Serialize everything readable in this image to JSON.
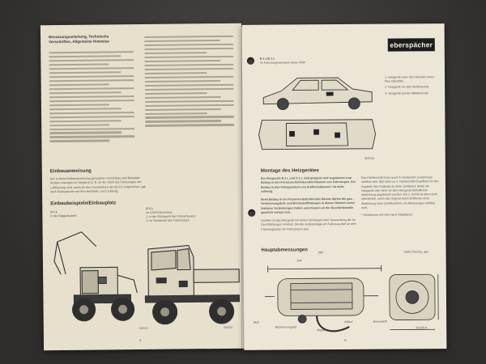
{
  "left_page": {
    "intro_heading": "Benutzungsanleitung, Technische Vorschriften, Allgemeine Hinweise",
    "install_heading": "Einbauanweisung",
    "install_text": "Der in dieser Einbauanweisung gemachten Vorschläge sind Beispiele. Andere Lösungen im Vergleich (z. B. an der Stahl des Fahrzeuges, der Luftführung) sind, wenn sie den Grundsätzen der StVZO entsprechen, ggf. nach Rücksprache mit dem Hersteller, auch zulässig.",
    "example_heading": "Einbaubeispiele/Einbauplatz",
    "example1_title": "D 1 L",
    "example1_sub": "in der Baggerkabine",
    "example2_title": "D 1 L",
    "example2_sub": "im LKW-Fahrerhaus",
    "example2_item1": "1. in der Rückwand des Fahrerhauses",
    "example2_item2": "2. im Rückenteil des Fahrersitzes",
    "fig1_code": "26/113",
    "fig2_code": "26/110",
    "page_number": "4"
  },
  "right_page": {
    "brand_logo": "eberspächer",
    "vehicle_heading": "B 1 L/D 1 L",
    "vehicle_sub": "im Fahrzeuginnenraum eines PKW",
    "callout1": "1. Heizgerät unter dem Rücksitz eines Pkw Oberkffor",
    "callout2": "2. Heizgerät vor dem Beifahrersitz",
    "callout3": "3. Heizgerät auf der Mittelkonsole",
    "fig_code_top": "26/111a",
    "montage_heading": "Montage des Heizgerätes",
    "montage_text1": "Die Heizgeräte B 1 L und D 1 L sind geeignet und zugelassen zum Einbau in den Personen-befördernden Räumen von Fahrzeugen. Der Einbau in den Fahrgastraum von Kraftomnibussen* ist nicht zulässig.",
    "montage_text2": "Beim Einbau in ein Personen-beförderndes Räume dürfen die gas-, Verbrennungsluft- und Brennstoffleitungen in diesen Räumen keine lösbaren Verbindungen haben und müssen an der Durchtrittsstelle gasdicht verlegt sein.",
    "montage_text3": "Darüber ist das Heizgerät mit einem Sechskopf unter Verwendung der an Durchführungen montiert. Bei der Außenanlage am Fahrzeug darf an dem Fahrzeugboden ein Rohrstutzen sein.",
    "right_col_text": "Das Fabrikschild muss auch in montiertem Zustand gut sichtbar sein. Bgf. kann es 2. Fabrikschild (Duplikat) mit den Angaben des Originals an einer sichtbaren Stelle am Heizgerät oder einer an dem Heizgerät befindlichen Abdeckung angebracht werden. Ein 2. Schild ist dann nicht erforderlich, wenn das Original durch Entfernen einer Abdeckung ohne Zuhilfenahme von Werkzeugen sichtbar wird.",
    "footnote": "* Omnibusse mit mehr als 8 Sitzplätzen",
    "dims_heading": "Hauptabmessungen",
    "dim_label_air": "Verbrennungsluft",
    "dim_label_exhaust": "Abgas",
    "dim_label_fuel": "Brennstoff",
    "dim_label_hot": "heiße Rauchg. gas",
    "dim_164": "164",
    "dim_388": "388",
    "dim_22": "Ø22",
    "dim_ablauf": "Ablauf",
    "fig_code_bottom": "26/109 A",
    "page_number": "5"
  }
}
